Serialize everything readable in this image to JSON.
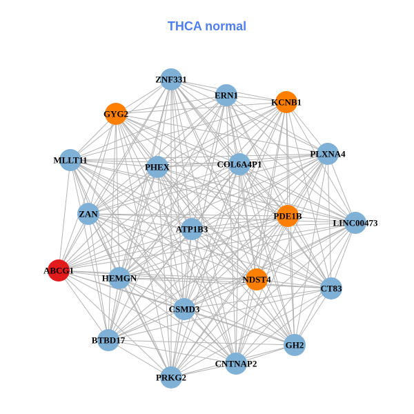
{
  "title": "THCA normal",
  "colors": {
    "title": "#4F7FEF",
    "edge": "#B3B3B3",
    "default": "#7FB0D5",
    "highlight": "#FF7F00",
    "hub": "#E31A1C"
  },
  "nodes": [
    {
      "id": "ZNF331",
      "group": "default"
    },
    {
      "id": "ERN1",
      "group": "default"
    },
    {
      "id": "KCNB1",
      "group": "highlight"
    },
    {
      "id": "GYG2",
      "group": "highlight"
    },
    {
      "id": "MLLT11",
      "group": "default"
    },
    {
      "id": "PHEX",
      "group": "default"
    },
    {
      "id": "COL6A4P1",
      "group": "default"
    },
    {
      "id": "PLXNA4",
      "group": "default"
    },
    {
      "id": "ZAN",
      "group": "default"
    },
    {
      "id": "PDE1B",
      "group": "highlight"
    },
    {
      "id": "LINC00473",
      "group": "default"
    },
    {
      "id": "ATP1B3",
      "group": "default"
    },
    {
      "id": "ABCG1",
      "group": "hub"
    },
    {
      "id": "HEMGN",
      "group": "default"
    },
    {
      "id": "NDST4",
      "group": "highlight"
    },
    {
      "id": "CT83",
      "group": "default"
    },
    {
      "id": "CSMD3",
      "group": "default"
    },
    {
      "id": "BTBD17",
      "group": "default"
    },
    {
      "id": "GH2",
      "group": "default"
    },
    {
      "id": "CNTNAP2",
      "group": "default"
    },
    {
      "id": "PRKG2",
      "group": "default"
    }
  ],
  "edges": "all-pairs"
}
